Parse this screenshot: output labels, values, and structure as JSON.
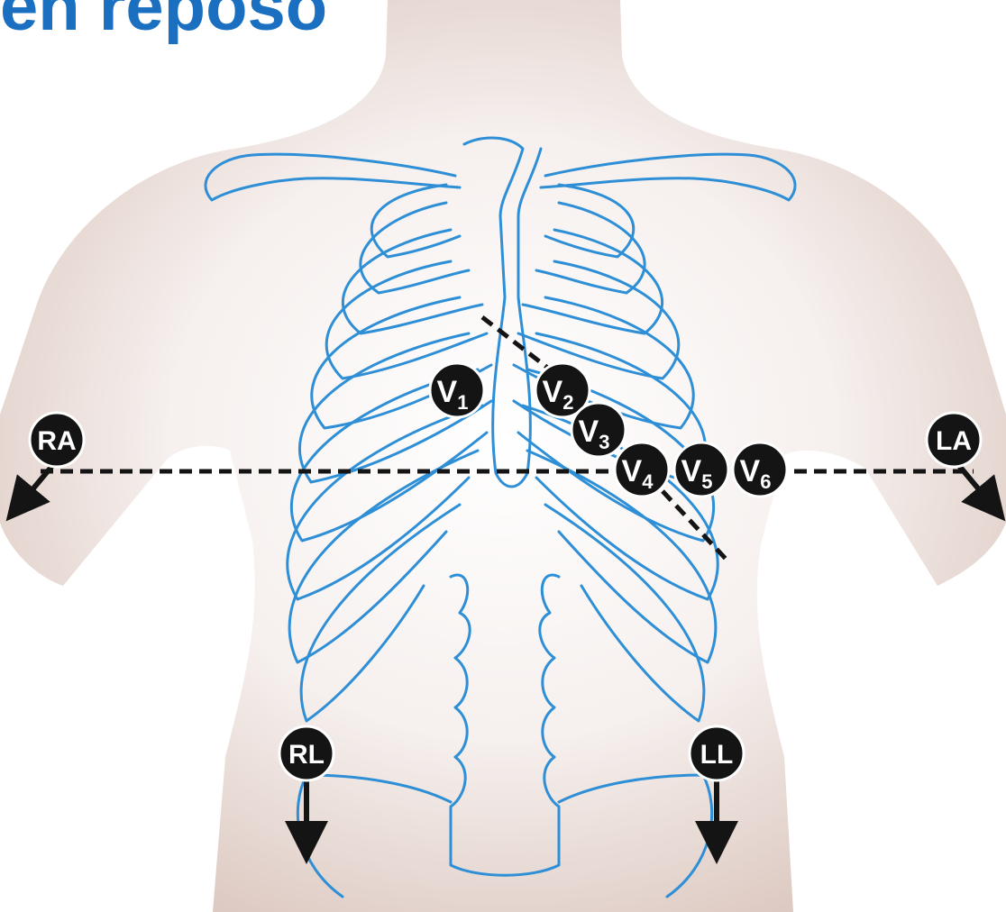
{
  "title": "en reposo",
  "colors": {
    "accent": "#1a6fc0",
    "skin": "#e8d9d3",
    "bone_line": "#2e8fd6",
    "marker": "#141414"
  },
  "electrodes": {
    "V1": {
      "main": "V",
      "sub": "1"
    },
    "V2": {
      "main": "V",
      "sub": "2"
    },
    "V3": {
      "main": "V",
      "sub": "3"
    },
    "V4": {
      "main": "V",
      "sub": "4"
    },
    "V5": {
      "main": "V",
      "sub": "5"
    },
    "V6": {
      "main": "V",
      "sub": "6"
    },
    "RA": "RA",
    "LA": "LA",
    "RL": "RL",
    "LL": "LL"
  }
}
